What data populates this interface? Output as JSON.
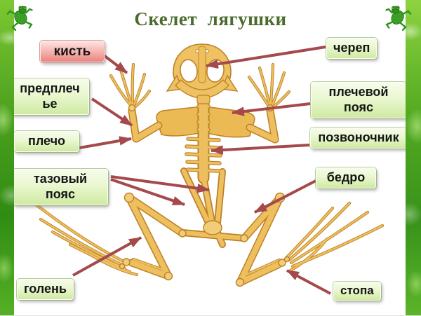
{
  "slide": {
    "title": "Скелет  лягушки"
  },
  "labels": {
    "kist": "кисть",
    "predpleche": "предплечье",
    "plecho": "плечо",
    "tazovyy_poyas": "тазовый пояс",
    "golen": "голень",
    "cherep": "череп",
    "plechevoy_poyas": "плечевой пояс",
    "pozvonochnik": "позвоночник",
    "bedro": "бедро",
    "stopa": "стопа"
  },
  "colors": {
    "title_text": "#4c6b2c",
    "label_green_bg": "#e2f3c0",
    "label_pink_bg": "#f2a09a",
    "label_text": "#151515",
    "arrow": "#a4494c",
    "bone_main": "#edbf5e",
    "bone_outline": "#bd8126",
    "side_border_green": "#4da21f"
  },
  "icons": {
    "corner_left": "frog-icon",
    "corner_right": "frog-icon"
  }
}
